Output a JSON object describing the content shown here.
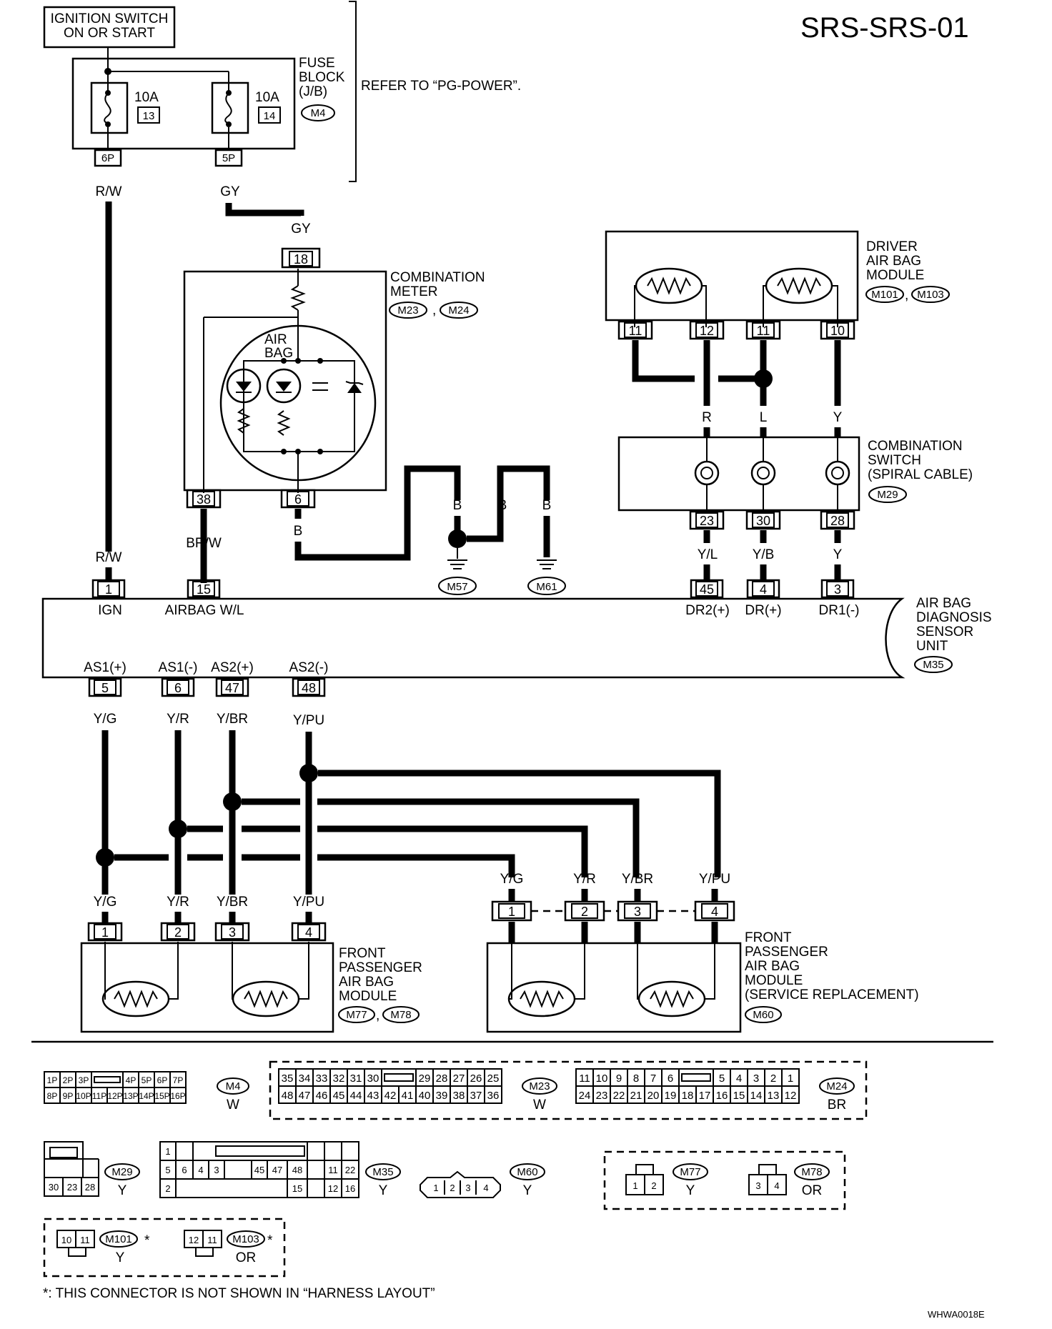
{
  "title": "SRS-SRS-01",
  "footer_code": "WHWA0018E",
  "footnote": "*: THIS CONNECTOR IS NOT SHOWN IN “HARNESS LAYOUT”",
  "ignition": {
    "line1": "IGNITION SWITCH",
    "line2": "ON OR START"
  },
  "fuse_block": {
    "label": [
      "FUSE",
      "BLOCK",
      "(J/B)"
    ],
    "connector": "M4",
    "refer": "REFER TO “PG-POWER”.",
    "fuses": [
      {
        "amp": "10A",
        "num": "13",
        "pin": "6P",
        "wire": "R/W"
      },
      {
        "amp": "10A",
        "num": "14",
        "pin": "5P",
        "wire": "GY"
      }
    ]
  },
  "combination_meter": {
    "label": [
      "COMBINATION",
      "METER"
    ],
    "connectors": [
      "M23",
      "M24"
    ],
    "sep": ",",
    "airbag_label": [
      "AIR",
      "BAG"
    ],
    "pin_in": "18",
    "wire_in": "GY",
    "pin_38": "38",
    "wire_38": "BR/W",
    "pin_6": "6",
    "wire_6": "B"
  },
  "grounds": [
    {
      "connector": "M57",
      "wire": "B"
    },
    {
      "connector": "M61",
      "wire": "B"
    },
    {
      "wire": "B"
    }
  ],
  "driver_module": {
    "label": [
      "DRIVER",
      "AIR BAG",
      "MODULE"
    ],
    "connectors": [
      "M101",
      "M103"
    ],
    "sep": ",",
    "pins": [
      "11",
      "12",
      "11",
      "10"
    ]
  },
  "spiral_cable": {
    "label": [
      "COMBINATION",
      "SWITCH",
      "(SPIRAL CABLE)"
    ],
    "connector": "M29",
    "wires_top": [
      "R",
      "L",
      "Y"
    ],
    "pins": [
      "23",
      "30",
      "28"
    ],
    "wires_bottom": [
      "Y/L",
      "Y/B",
      "Y"
    ]
  },
  "diagnosis_unit": {
    "label": [
      "AIR BAG",
      "DIAGNOSIS",
      "SENSOR",
      "UNIT"
    ],
    "connector": "M35",
    "top_pins": [
      {
        "pin": "1",
        "name": "IGN",
        "wire": "R/W"
      },
      {
        "pin": "15",
        "name": "AIRBAG W/L",
        "wire": "BR/W"
      },
      {
        "pin": "45",
        "name": "DR2(+)"
      },
      {
        "pin": "4",
        "name": "DR(+)"
      },
      {
        "pin": "3",
        "name": "DR1(-)"
      }
    ],
    "bottom_pins": [
      {
        "pin": "5",
        "name": "AS1(+)",
        "wire": "Y/G"
      },
      {
        "pin": "6",
        "name": "AS1(-)",
        "wire": "Y/R"
      },
      {
        "pin": "47",
        "name": "AS2(+)",
        "wire": "Y/BR"
      },
      {
        "pin": "48",
        "name": "AS2(-)",
        "wire": "Y/PU"
      }
    ]
  },
  "passenger_module": {
    "label": [
      "FRONT",
      "PASSENGER",
      "AIR BAG",
      "MODULE"
    ],
    "connectors": [
      "M77",
      "M78"
    ],
    "sep": ",",
    "wires": [
      "Y/G",
      "Y/R",
      "Y/BR",
      "Y/PU"
    ],
    "pins": [
      "1",
      "2",
      "3",
      "4"
    ]
  },
  "service_module": {
    "label": [
      "FRONT",
      "PASSENGER",
      "AIR BAG",
      "MODULE",
      "(SERVICE REPLACEMENT)"
    ],
    "connector": "M60",
    "wires": [
      "Y/G",
      "Y/R",
      "Y/BR",
      "Y/PU"
    ],
    "pins": [
      "1",
      "2",
      "3",
      "4"
    ]
  },
  "connector_views": {
    "M4": {
      "color": "W",
      "row1": [
        "1P",
        "2P",
        "3P",
        "",
        "4P",
        "5P",
        "6P",
        "7P"
      ],
      "row2": [
        "8P",
        "9P",
        "10P",
        "11P",
        "12P",
        "13P",
        "14P",
        "15P",
        "16P"
      ]
    },
    "M23": {
      "color": "W",
      "row1": [
        "35",
        "34",
        "33",
        "32",
        "31",
        "30",
        "",
        "29",
        "28",
        "27",
        "26",
        "25"
      ],
      "row2": [
        "48",
        "47",
        "46",
        "45",
        "44",
        "43",
        "42",
        "41",
        "40",
        "39",
        "38",
        "37",
        "36"
      ]
    },
    "M24": {
      "color": "BR",
      "row1": [
        "11",
        "10",
        "9",
        "8",
        "7",
        "6",
        "",
        "5",
        "4",
        "3",
        "2",
        "1"
      ],
      "row2": [
        "24",
        "23",
        "22",
        "21",
        "20",
        "19",
        "18",
        "17",
        "16",
        "15",
        "14",
        "13",
        "12"
      ]
    },
    "M29": {
      "color": "Y",
      "pins": [
        "30",
        "23",
        "28"
      ]
    },
    "M35": {
      "color": "Y",
      "top": [
        "1"
      ],
      "mid": [
        "5",
        "6",
        "4",
        "3",
        "45",
        "47",
        "48",
        "11",
        "22"
      ],
      "bot": [
        "2",
        "15",
        "12",
        "16"
      ]
    },
    "M60": {
      "color": "Y",
      "pins": [
        "1",
        "2",
        "3",
        "4"
      ]
    },
    "M77": {
      "color": "Y",
      "pins": [
        "1",
        "2"
      ]
    },
    "M78": {
      "color": "OR",
      "pins": [
        "3",
        "4"
      ]
    },
    "M101": {
      "color": "Y",
      "pins": [
        "10",
        "11"
      ],
      "mark": "*"
    },
    "M103": {
      "color": "OR",
      "pins": [
        "12",
        "11"
      ],
      "mark": "*"
    }
  }
}
